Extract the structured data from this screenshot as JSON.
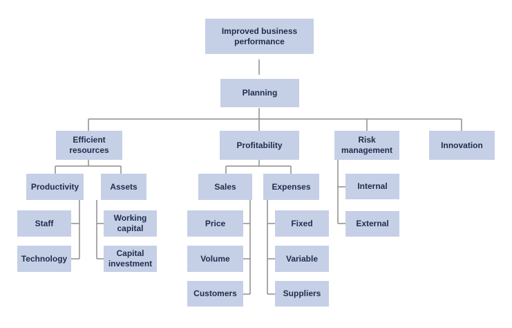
{
  "diagram": {
    "root": {
      "lines": [
        "Improved business",
        "performance"
      ]
    },
    "planning": {
      "lines": [
        "Planning"
      ]
    },
    "branches": {
      "efficient": {
        "lines": [
          "Efficient",
          "resources"
        ],
        "productivity": {
          "lines": [
            "Productivity"
          ],
          "staff": {
            "lines": [
              "Staff"
            ]
          },
          "technology": {
            "lines": [
              "Technology"
            ]
          }
        },
        "assets": {
          "lines": [
            "Assets"
          ],
          "working_capital": {
            "lines": [
              "Working",
              "capital"
            ]
          },
          "capital_investment": {
            "lines": [
              "Capital",
              "investment"
            ]
          }
        }
      },
      "profitability": {
        "lines": [
          "Profitability"
        ],
        "sales": {
          "lines": [
            "Sales"
          ],
          "price": {
            "lines": [
              "Price"
            ]
          },
          "volume": {
            "lines": [
              "Volume"
            ]
          },
          "customers": {
            "lines": [
              "Customers"
            ]
          }
        },
        "expenses": {
          "lines": [
            "Expenses"
          ],
          "fixed": {
            "lines": [
              "Fixed"
            ]
          },
          "variable": {
            "lines": [
              "Variable"
            ]
          },
          "suppliers": {
            "lines": [
              "Suppliers"
            ]
          }
        }
      },
      "risk": {
        "lines": [
          "Risk",
          "management"
        ],
        "internal": {
          "lines": [
            "Internal"
          ]
        },
        "external": {
          "lines": [
            "External"
          ]
        }
      },
      "innovation": {
        "lines": [
          "Innovation"
        ]
      }
    },
    "colors": {
      "box_fill": "#c5d0e7",
      "text": "#1f2d4a",
      "connector": "#8c8c8c"
    }
  }
}
